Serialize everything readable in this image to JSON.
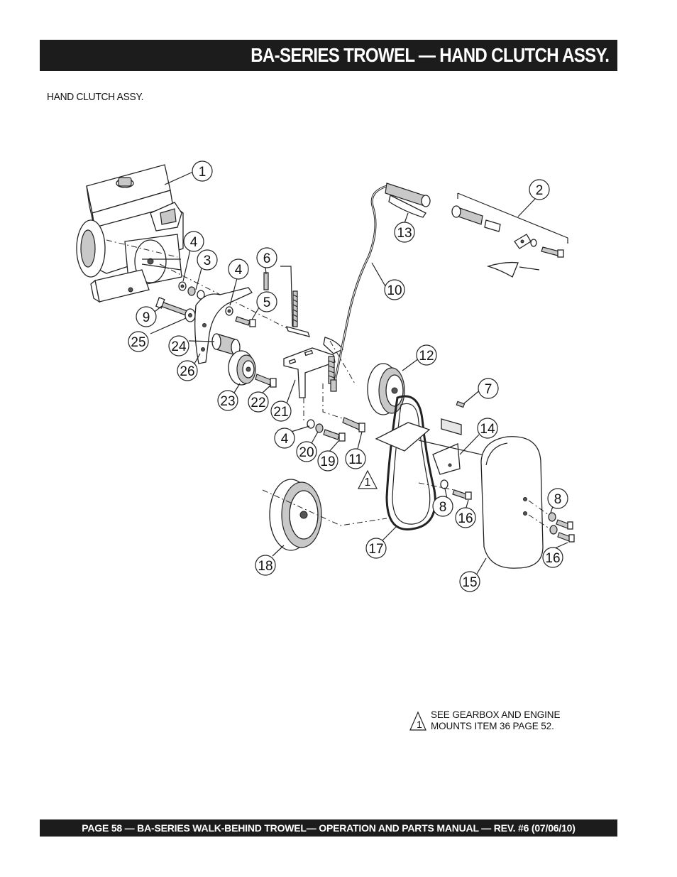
{
  "header": {
    "title": "BA-SERIES TROWEL — HAND CLUTCH ASSY."
  },
  "section_label": "HAND CLUTCH ASSY.",
  "callouts": [
    {
      "id": "1",
      "label": "1"
    },
    {
      "id": "2",
      "label": "2"
    },
    {
      "id": "3",
      "label": "3"
    },
    {
      "id": "4a",
      "label": "4"
    },
    {
      "id": "4b",
      "label": "4"
    },
    {
      "id": "4c",
      "label": "4"
    },
    {
      "id": "5",
      "label": "5"
    },
    {
      "id": "6",
      "label": "6"
    },
    {
      "id": "7",
      "label": "7"
    },
    {
      "id": "8a",
      "label": "8"
    },
    {
      "id": "8b",
      "label": "8"
    },
    {
      "id": "9",
      "label": "9"
    },
    {
      "id": "10",
      "label": "10"
    },
    {
      "id": "11",
      "label": "11"
    },
    {
      "id": "12",
      "label": "12"
    },
    {
      "id": "13",
      "label": "13"
    },
    {
      "id": "14",
      "label": "14"
    },
    {
      "id": "15",
      "label": "15"
    },
    {
      "id": "16a",
      "label": "16"
    },
    {
      "id": "16b",
      "label": "16"
    },
    {
      "id": "17",
      "label": "17"
    },
    {
      "id": "18",
      "label": "18"
    },
    {
      "id": "19",
      "label": "19"
    },
    {
      "id": "20",
      "label": "20"
    },
    {
      "id": "21",
      "label": "21"
    },
    {
      "id": "22",
      "label": "22"
    },
    {
      "id": "23",
      "label": "23"
    },
    {
      "id": "24",
      "label": "24"
    },
    {
      "id": "25",
      "label": "25"
    },
    {
      "id": "26",
      "label": "26"
    }
  ],
  "warning_marker": "1",
  "note": {
    "icon_label": "1",
    "line1": "SEE GEARBOX AND ENGINE",
    "line2": "MOUNTS ITEM 36 PAGE 52."
  },
  "footer": {
    "text": "PAGE 58 — BA-SERIES  WALK-BEHIND TROWEL— OPERATION AND PARTS MANUAL — REV. #6 (07/06/10)"
  }
}
